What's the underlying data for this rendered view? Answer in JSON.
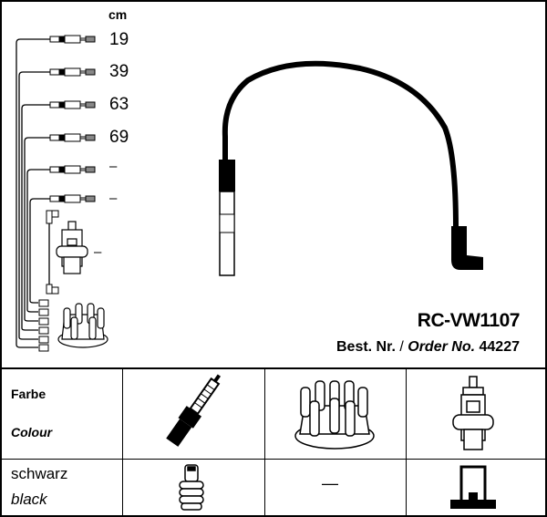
{
  "header": {
    "unit": "cm"
  },
  "wires": [
    {
      "length": "19"
    },
    {
      "length": "39"
    },
    {
      "length": "63"
    },
    {
      "length": "69"
    },
    {
      "length": "–"
    },
    {
      "length": "–"
    }
  ],
  "coil_wire": {
    "length": "–"
  },
  "product": {
    "code": "RC-VW1107",
    "order_label_de": "Best. Nr.",
    "order_sep": " / ",
    "order_label_en": "Order No.",
    "order_number": "44227"
  },
  "table": {
    "row1": {
      "label_de": "Farbe",
      "label_en": "Colour"
    },
    "row2": {
      "label_de": "schwarz",
      "label_en": "black",
      "cap_value": "—"
    }
  }
}
